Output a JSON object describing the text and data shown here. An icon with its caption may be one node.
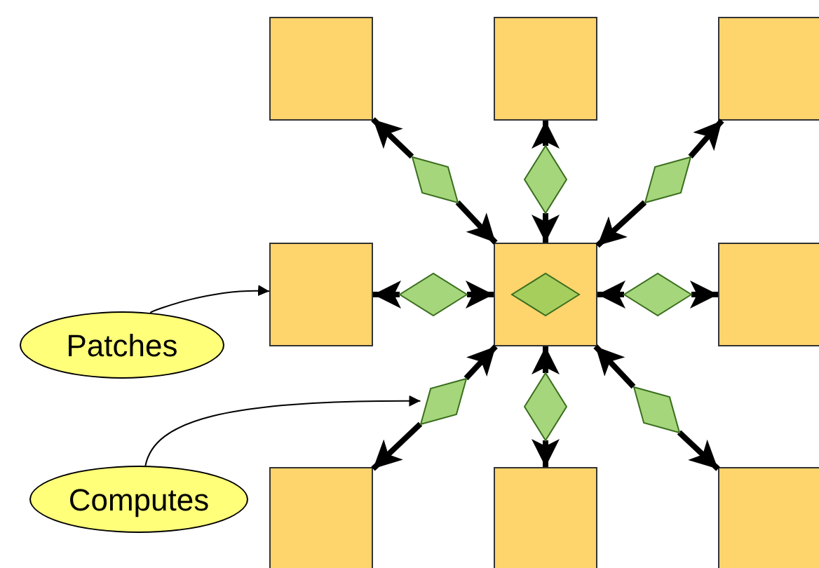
{
  "diagram": {
    "nodes": [
      {
        "text": [],
        "shape": "box"
      },
      {
        "text": [],
        "shape": "box"
      },
      {
        "text": [],
        "shape": "box"
      },
      {
        "text": [],
        "shape": "box"
      },
      {
        "text": [],
        "shape": "box"
      },
      {
        "text": [],
        "shape": "box"
      },
      {
        "text": [],
        "shape": "box"
      },
      {
        "text": [],
        "shape": "box"
      },
      {
        "text": [],
        "shape": "box"
      },
      {
        "text": [],
        "shape": "diamond",
        "in": 4
      },
      {
        "text": [],
        "shape": "diamond"
      },
      {
        "text": [],
        "shape": "diamond"
      },
      {
        "text": [],
        "shape": "diamond"
      },
      {
        "text": [],
        "shape": "diamond"
      },
      {
        "text": [],
        "shape": "diamond"
      },
      {
        "text": [],
        "shape": "diamond"
      },
      {
        "text": [],
        "shape": "diamond"
      },
      {
        "text": [],
        "shape": "diamond"
      },
      {
        "text": [
          "Patches"
        ]
      },
      {
        "text": [
          "Computes"
        ]
      }
    ],
    "edges": [
      {
        "from": 10,
        "to": 4,
        "arrow": "to"
      },
      {
        "from": 10,
        "to": 0,
        "arrow": "to"
      },
      {
        "from": 11,
        "to": 4,
        "arrow": "to"
      },
      {
        "from": 11,
        "to": 1,
        "arrow": "to"
      },
      {
        "from": 12,
        "to": 4,
        "arrow": "to"
      },
      {
        "from": 12,
        "to": 2,
        "arrow": "to"
      },
      {
        "from": 13,
        "to": 4,
        "arrow": "to"
      },
      {
        "from": 13,
        "to": 3,
        "arrow": "to"
      },
      {
        "from": 14,
        "to": 4,
        "arrow": "to"
      },
      {
        "from": 14,
        "to": 5,
        "arrow": "to"
      },
      {
        "from": 15,
        "to": 4,
        "arrow": "to"
      },
      {
        "from": 15,
        "to": 6,
        "arrow": "to"
      },
      {
        "from": 16,
        "to": 4,
        "arrow": "to"
      },
      {
        "from": 16,
        "to": 7,
        "arrow": "to"
      },
      {
        "from": 17,
        "to": 4,
        "arrow": "to"
      },
      {
        "from": 17,
        "to": 8,
        "arrow": "to"
      },
      {
        "from": 18,
        "to": 3,
        "arrow": "to"
      },
      {
        "from": 19,
        "to": 15,
        "arrow": "to"
      }
    ]
  }
}
